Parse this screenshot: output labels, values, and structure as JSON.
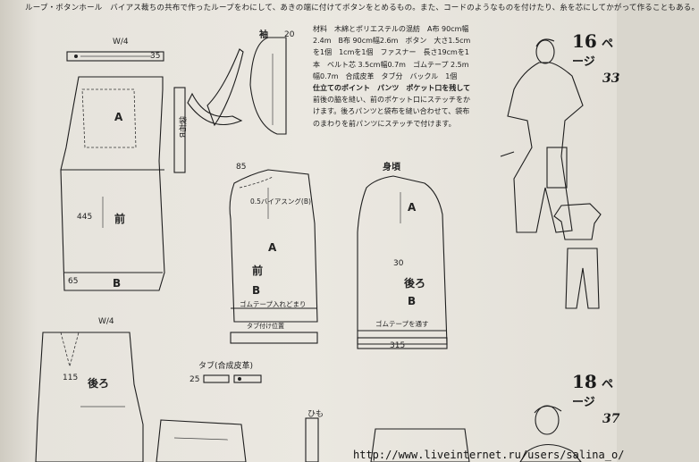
{
  "header": {
    "text": "ループ・ボタンホール　バイアス裁ちの共布で作ったループをわにして、あきの端に付けてボタンをとめるもの。また、コードのようなものを付けたり、糸を芯にしてかがって作ることもある。"
  },
  "materials": {
    "lines": [
      "材料　木綿とポリエステルの混紡　A布 90cm幅",
      "2.4m　B布 90cm幅2.6m　ボタン　大さ1.5cm",
      "を1個　1cmを1個　ファスナー　長さ19cmを1",
      "本　ベルト芯 3.5cm幅0.7m　ゴムテープ 2.5m",
      "幅0.7m　合成皮革　タブ分　バックル　1個",
      "仕立てのポイント　パンツ　ポケット口を残して",
      "前後の脇を縫い、前のポケット口にステッチをか",
      "けます。後ろパンツと袋布を縫い合わせて、袋布",
      "のまわりを前パンツにステッチで付けます。"
    ]
  },
  "page_refs": [
    {
      "num": "16",
      "jp": "ページ",
      "sub": "33"
    },
    {
      "num": "18",
      "jp": "ページ",
      "sub": "37"
    }
  ],
  "labels": {
    "w4": "W/4",
    "w4b": "W/4",
    "sode": "袖",
    "migoro": "身頃",
    "mae": "前",
    "mae2": "前",
    "ushiro": "後ろ",
    "ushiro2": "後ろ",
    "fukuro": "袋布B",
    "a1": "A",
    "b1": "B",
    "a2": "A",
    "b2": "B",
    "a3": "A",
    "b3": "B",
    "tab": "タブ(合成皮革)",
    "himo": "ひも",
    "gomu1": "ゴムテープ入れどまり",
    "gomu2": "ゴムテープを通す",
    "tabtsuke": "タブ付け位置",
    "bias": "0.5バイアスング(B)",
    "num445": "445",
    "num30": "30",
    "num315": "315",
    "num85": "85",
    "num65": "65",
    "num35": "35",
    "num25": "25",
    "num20": "20",
    "num115": "115"
  },
  "footer": {
    "url": "http://www.liveinternet.ru/users/salina_o/"
  }
}
